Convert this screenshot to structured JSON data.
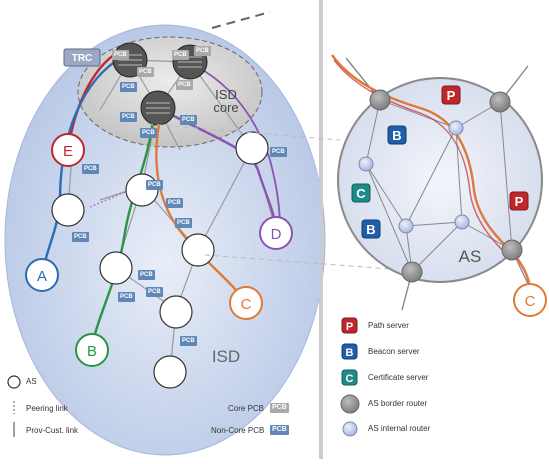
{
  "left": {
    "trc": "TRC",
    "core_label_1": "ISD",
    "core_label_2": "core",
    "isd_label": "ISD",
    "nodes": {
      "E": "E",
      "A": "A",
      "B": "B",
      "C": "C",
      "D": "D"
    },
    "pcb": "PCB"
  },
  "right": {
    "as_label": "AS",
    "node_c": "C",
    "glyph_p": "P",
    "glyph_b": "B",
    "glyph_c": "C"
  },
  "legend_left": {
    "as": "AS",
    "peering": "Peering link",
    "provcust": "Prov-Cust. link",
    "core_pcb": "Core PCB",
    "noncore_pcb": "Non-Core PCB",
    "pcb": "PCB"
  },
  "legend_right": {
    "path_server": "Path server",
    "beacon_server": "Beacon server",
    "certificate_server": "Certificate server",
    "border_router": "AS border router",
    "internal_router": "AS internal router"
  },
  "colors": {
    "isd_fill": "#c9d6ee",
    "core_fill": "#d7d7d7",
    "edge": "#9a9a9a",
    "red": "#c0272d",
    "blue": "#2b6cb3",
    "green": "#2a9446",
    "orange": "#dd7a3a",
    "purple": "#8a55b0",
    "pcb_core": "#a9a9a9",
    "pcb_noncore": "#5f88b8",
    "border_router": "#8c8c8c",
    "internal_router": "#c3cde9",
    "p_icon": "#c0272d",
    "b_icon": "#1f5ea8",
    "c_icon": "#1f8a8a"
  }
}
